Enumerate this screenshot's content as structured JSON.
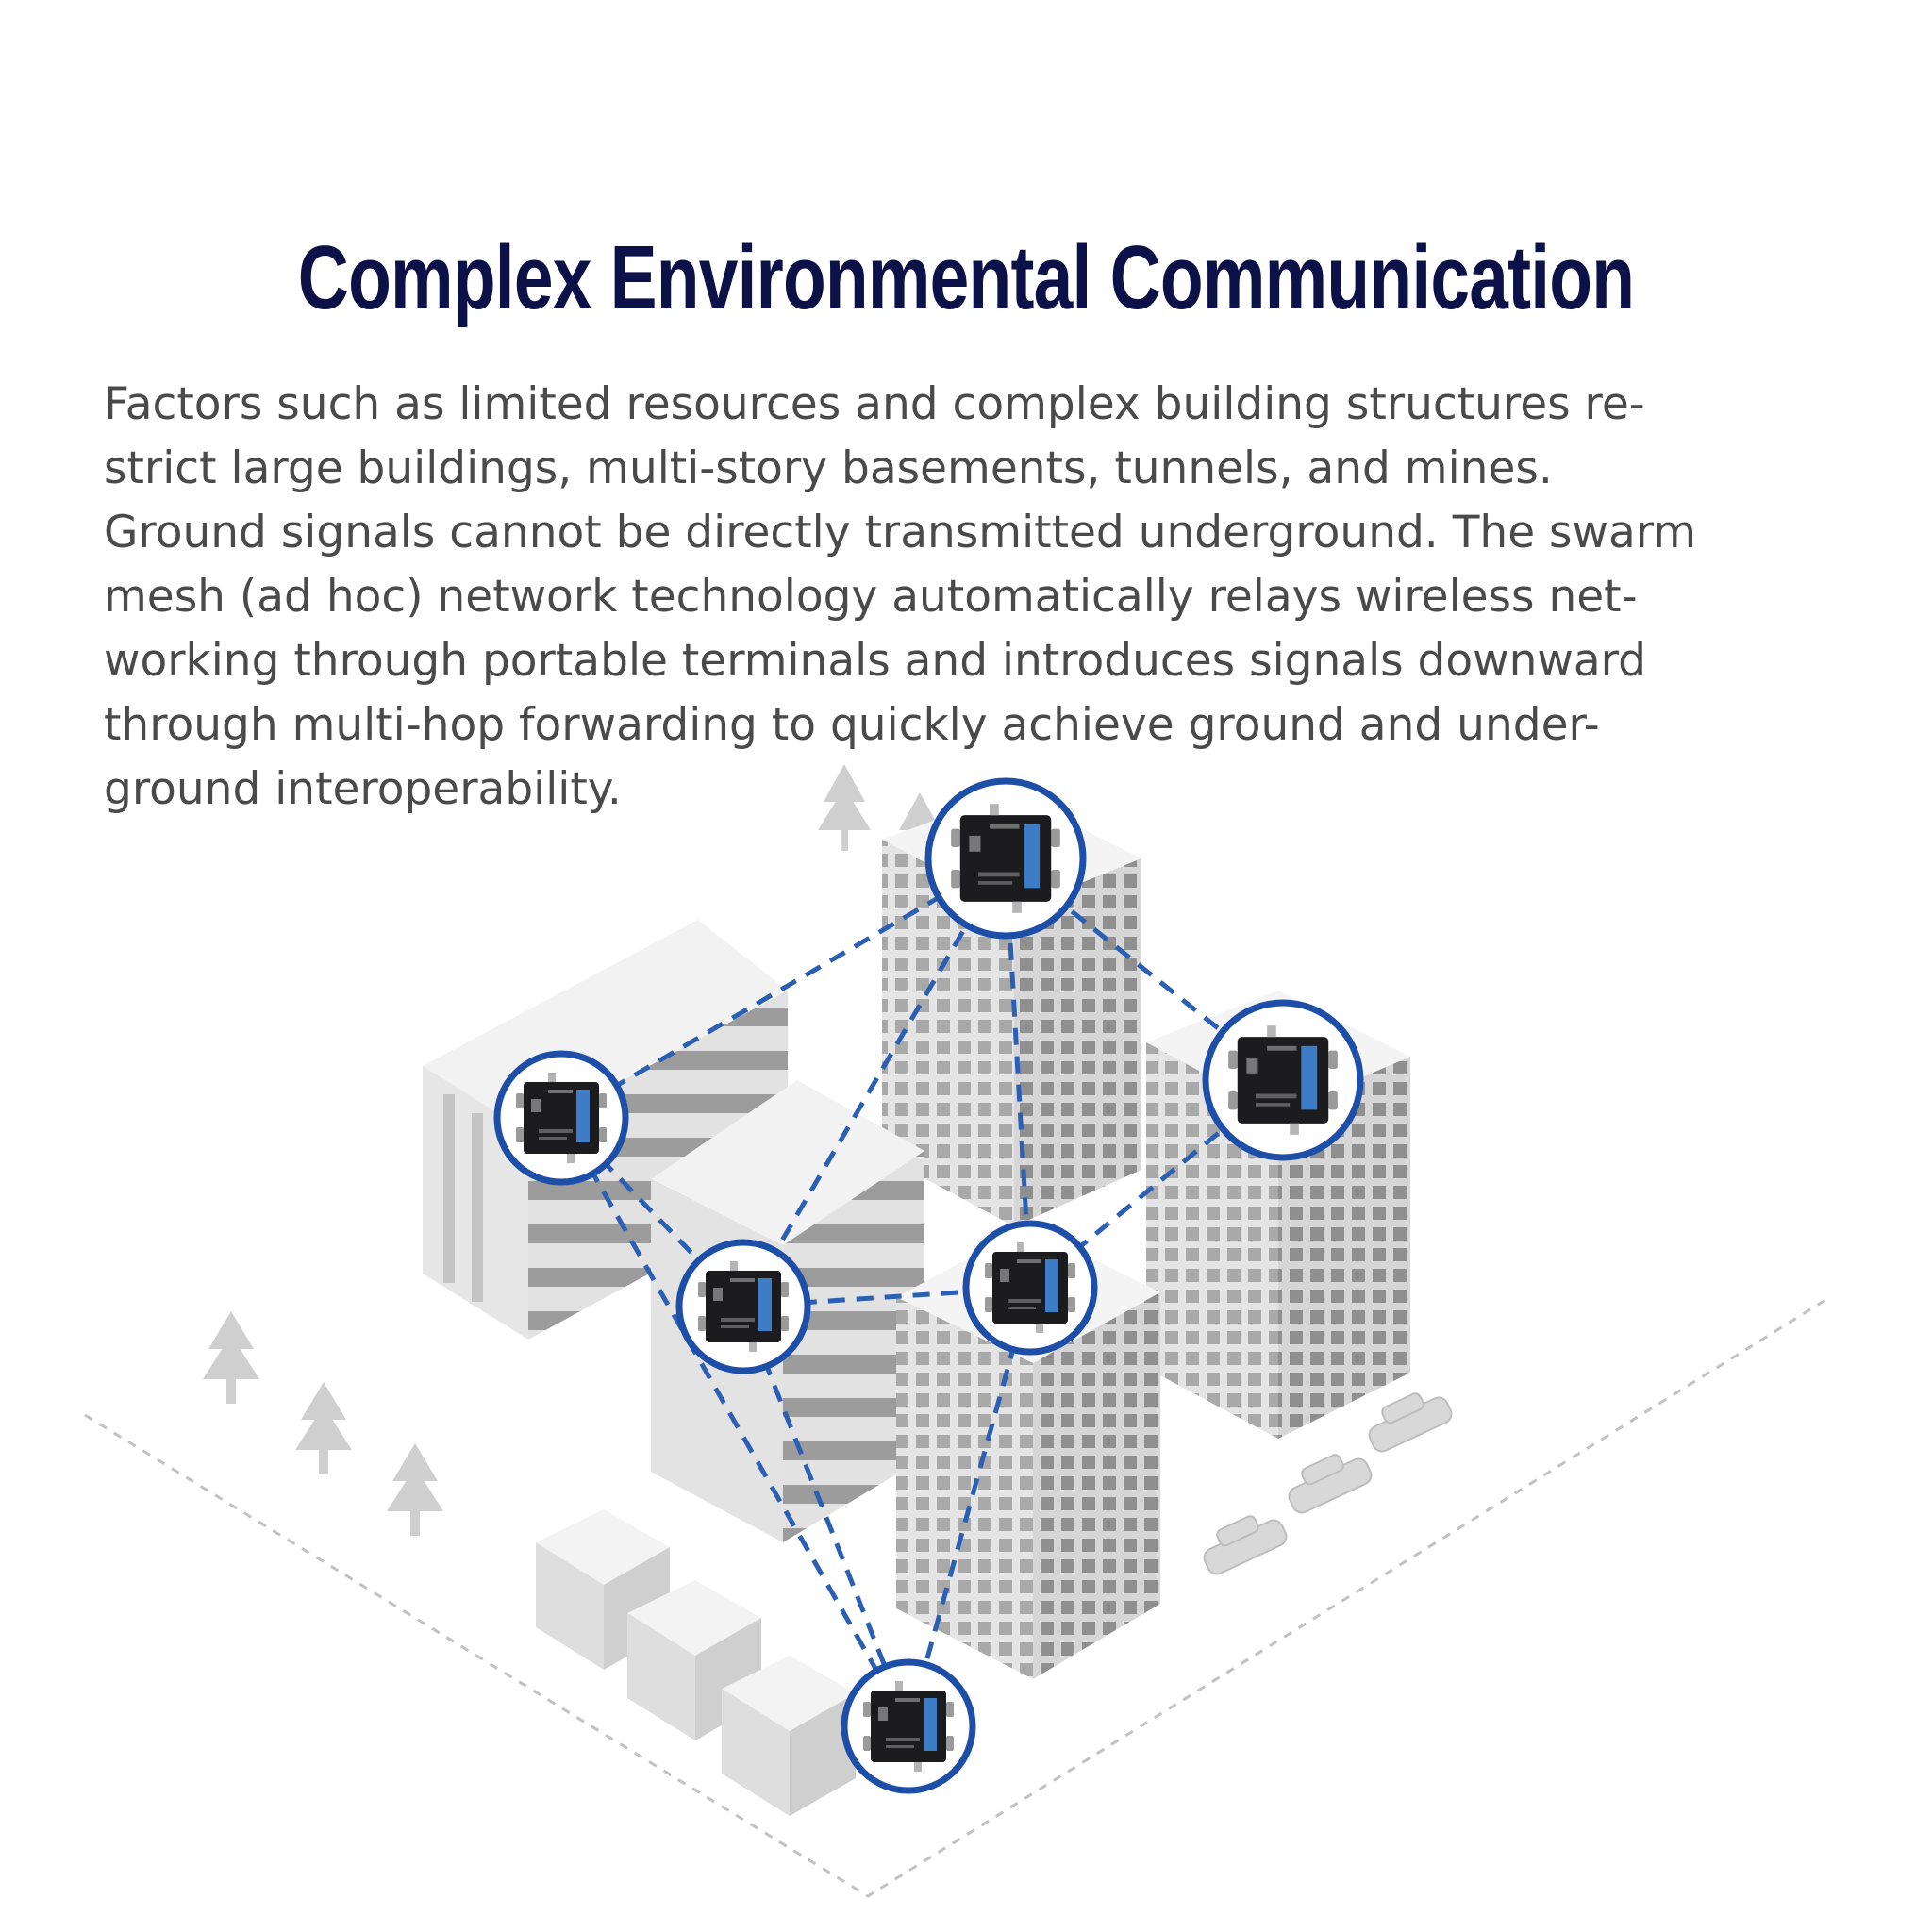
{
  "title": "Complex Environmental Communication",
  "body_lines": [
    "Factors such as limited resources and complex building structures re-",
    "strict large buildings, multi-story basements, tunnels, and mines.",
    "Ground signals cannot be directly transmitted underground. The swarm",
    "mesh (ad hoc) network technology automatically relays wireless net-",
    "working through portable terminals and introduces signals downward",
    "through multi-hop forwarding to quickly achieve ground and under-",
    "ground interoperability."
  ],
  "colors": {
    "title": "#0c1147",
    "body_text": "#4a4a4a",
    "node_ring": "#1e4fa8",
    "link_dash": "#2b5fb3",
    "device_body": "#1c1c1e",
    "device_panel": "#3d7dc8",
    "building": "#e9e9e9",
    "window": "#8d8d8d",
    "ground_line": "#bdbdbd"
  },
  "nodes": [
    {
      "id": "top",
      "name": "device-node-top"
    },
    {
      "id": "right",
      "name": "device-node-right"
    },
    {
      "id": "left",
      "name": "device-node-left"
    },
    {
      "id": "center-left",
      "name": "device-node-center-left"
    },
    {
      "id": "center-right",
      "name": "device-node-center-right"
    },
    {
      "id": "bottom",
      "name": "device-node-bottom"
    }
  ],
  "links": [
    [
      "left",
      "top"
    ],
    [
      "top",
      "right"
    ],
    [
      "top",
      "center-left"
    ],
    [
      "top",
      "center-right"
    ],
    [
      "left",
      "center-left"
    ],
    [
      "left",
      "bottom"
    ],
    [
      "center-left",
      "center-right"
    ],
    [
      "center-left",
      "bottom"
    ],
    [
      "center-right",
      "right"
    ],
    [
      "center-right",
      "bottom"
    ]
  ]
}
